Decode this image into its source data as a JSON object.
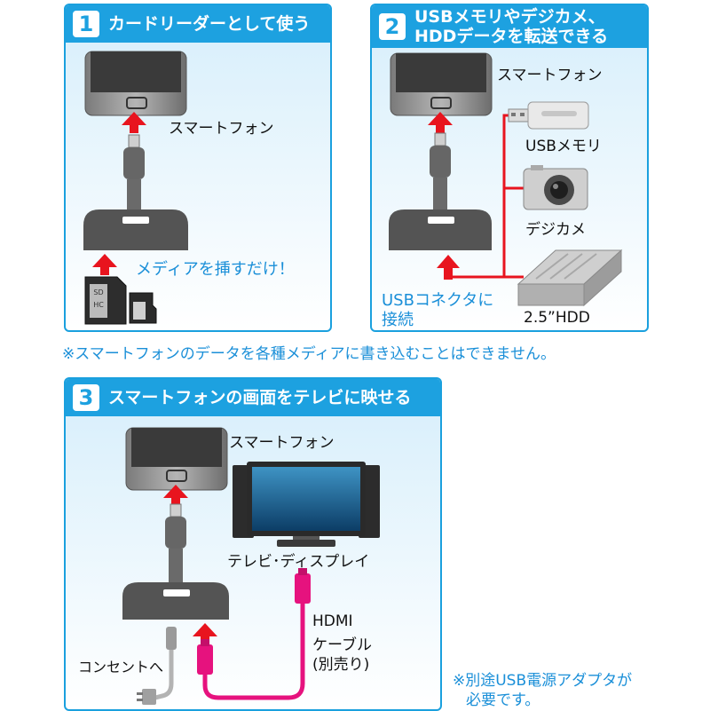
{
  "panel1": {
    "num": "1",
    "title": "カードリーダーとして使う",
    "phone_label": "スマートフォン",
    "insert_text": "メディアを挿すだけ！"
  },
  "panel2": {
    "num": "2",
    "title_line1": "USBメモリやデジカメ、",
    "title_line2": "HDDデータを転送できる",
    "phone_label": "スマートフォン",
    "usb_label": "USBメモリ",
    "camera_label": "デジカメ",
    "hdd_label": "2.5”HDD",
    "connector_line1": "USBコネクタに",
    "connector_line2": "接続"
  },
  "warning": "※スマートフォンのデータを各種メディアに書き込むことはできません。",
  "panel3": {
    "num": "3",
    "title": "スマートフォンの画面をテレビに映せる",
    "phone_label": "スマートフォン",
    "tv_label": "テレビ･ディスプレイ",
    "hdmi_line1": "HDMI",
    "hdmi_line2": "ケーブル",
    "hdmi_line3": "(別売り)",
    "outlet_label": "コンセントへ",
    "note_line1": "※別途USB電源アダプタが",
    "note_line2": "必要です。"
  },
  "colors": {
    "accent": "#1da1e0",
    "arrow": "#e8141e",
    "hdmi": "#e6127e",
    "reader": "#545454"
  }
}
